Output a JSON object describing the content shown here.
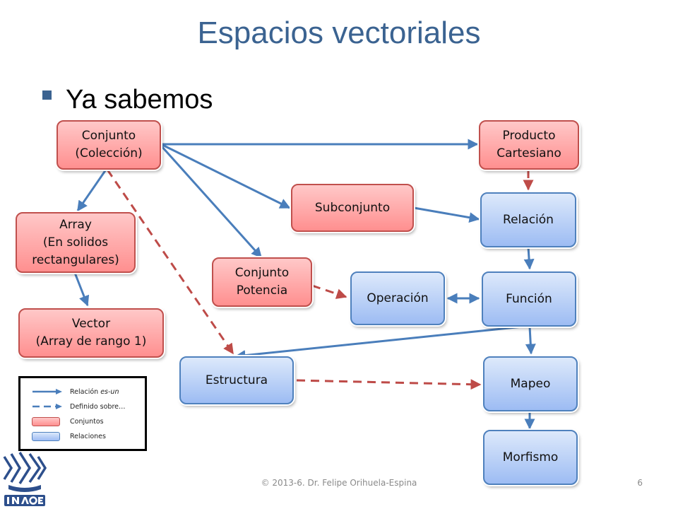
{
  "slide": {
    "title": "Espacios vectoriales",
    "bullet": "Ya sabemos",
    "footer": "© 2013-6. Dr. Felipe Orihuela-Espina",
    "page_number": "6"
  },
  "colors": {
    "title": "#3b6391",
    "set_fill": "#ff9f9f",
    "set_border": "#c0504d",
    "relation_fill": "#b3ccf5",
    "relation_border": "#4f81bd",
    "is_a_arrow": "#4a7ebb",
    "defined_on_arrow": "#be4b48"
  },
  "nodes": {
    "conjunto": "Conjunto\n(Colección)",
    "producto": "Producto\nCartesiano",
    "array": "Array\n(En solidos\nrectangulares)",
    "subconjunto": "Subconjunto",
    "relacion": "Relación",
    "potencia": "Conjunto\nPotencia",
    "operacion": "Operación",
    "funcion": "Función",
    "vector": "Vector\n(Array de rango 1)",
    "estructura": "Estructura",
    "mapeo": "Mapeo",
    "morfismo": "Morfismo"
  },
  "legend": {
    "is_a_pre": "Relación ",
    "is_a_em": "es-un",
    "defined_on": "Definido sobre…",
    "sets": "Conjuntos",
    "relations": "Relaciones"
  }
}
